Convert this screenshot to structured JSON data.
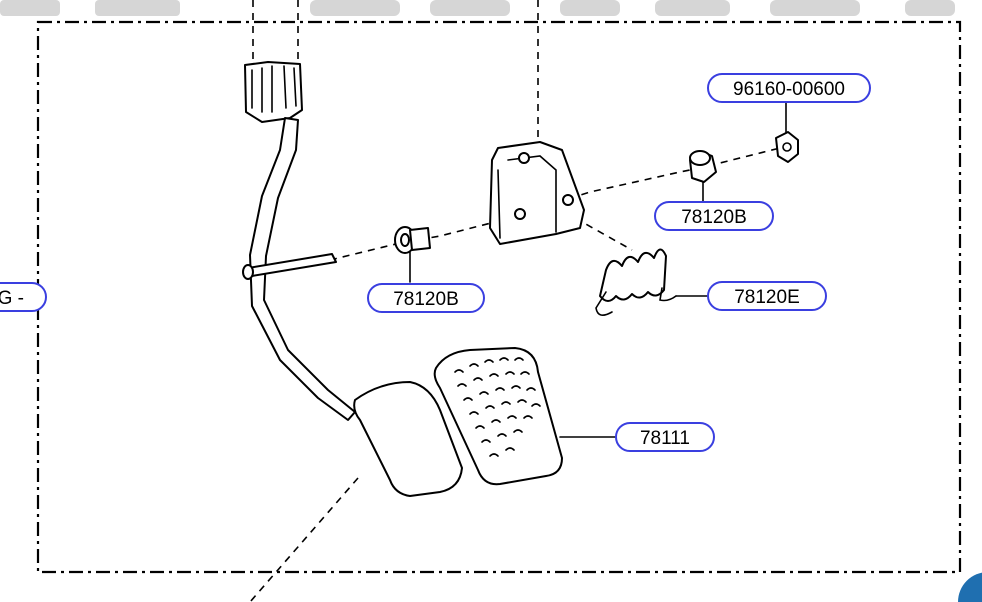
{
  "callouts": {
    "top_right_nut": "96160-00600",
    "right_bushing": "78120B",
    "left_bushing": "78120B",
    "spring": "78120E",
    "pad": "78111",
    "left_edge_partial": "G -"
  },
  "colors": {
    "callout_border": "#3a3fe0",
    "corner_badge": "#1f6fb0",
    "watermark": "#d6d6d6"
  }
}
